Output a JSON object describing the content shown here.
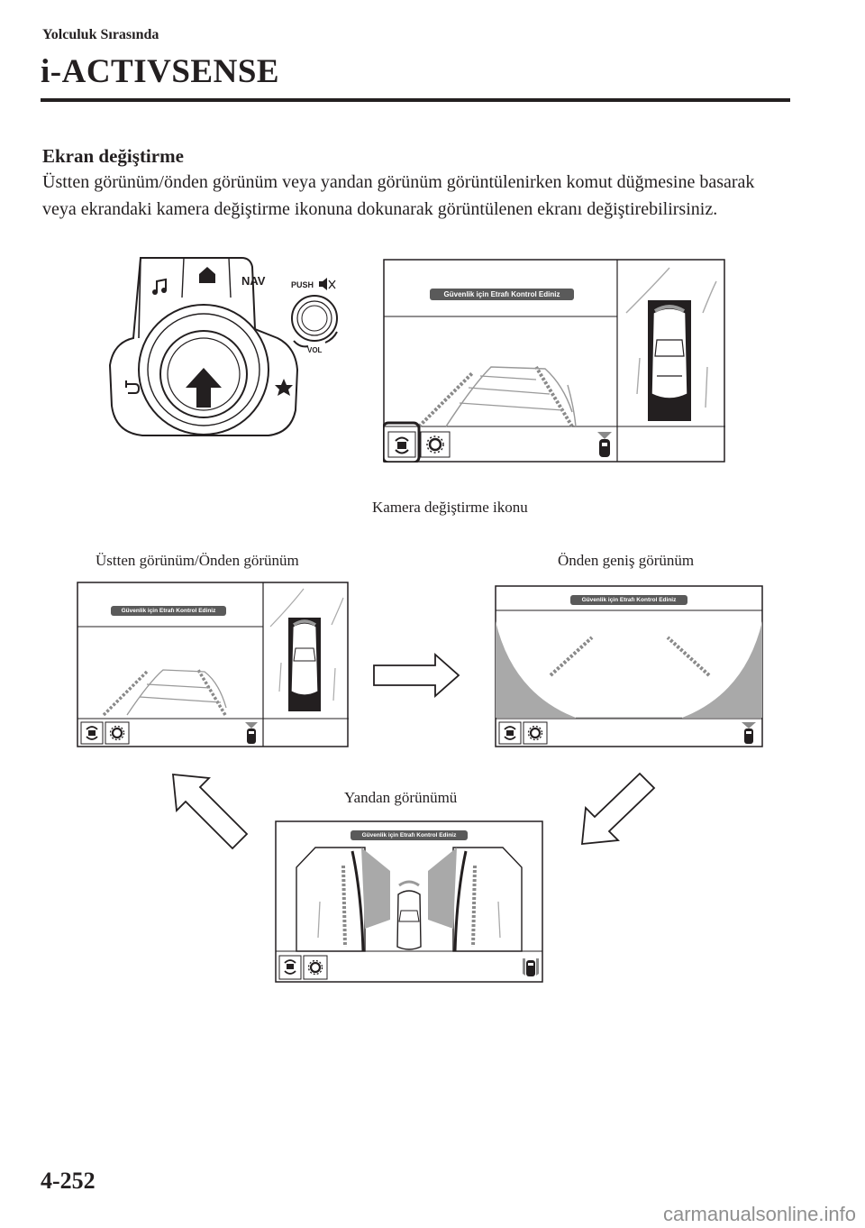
{
  "header": {
    "section_label": "Yolculuk Sırasında",
    "chapter_title": "i-ACTIVSENSE"
  },
  "content": {
    "heading": "Ekran değiştirme",
    "body": "Üstten görünüm/önden görünüm veya yandan görünüm görüntülenirken komut düğmesine basarak veya ekrandaki kamera değiştirme ikonuna dokunarak görüntülenen ekranı değiştirebilirsiniz."
  },
  "commander": {
    "music_icon": "music-note-icon",
    "home_icon": "home-icon",
    "nav_label": "NAV",
    "push_label": "PUSH",
    "mute_icon": "speaker-mute-icon",
    "vol_label": "VOL",
    "back_icon": "back-arrow-icon",
    "favorite_icon": "star-icon"
  },
  "screen_banner": "Güvenlik için Etrafı Kontrol Ediniz",
  "captions": {
    "camera_icon_callout": "Kamera değiştirme ikonu",
    "top_front_view": "Üstten görünüm/Önden görünüm",
    "wide_front_view": "Önden geniş görünüm",
    "side_view": "Yandan görünümü"
  },
  "footer": {
    "page_number": "4-252",
    "watermark": "carmanualsonline.info"
  },
  "colors": {
    "ink": "#231f20",
    "banner_fill": "#5a5a5a",
    "shading": "#a9a9a9",
    "guide_line": "#8a8a8a"
  },
  "icons": [
    "camera-switch-icon",
    "settings-gear-icon",
    "parking-sensor-car-icon",
    "arrow-right-icon",
    "arrow-up-left-icon",
    "arrow-down-left-icon"
  ]
}
